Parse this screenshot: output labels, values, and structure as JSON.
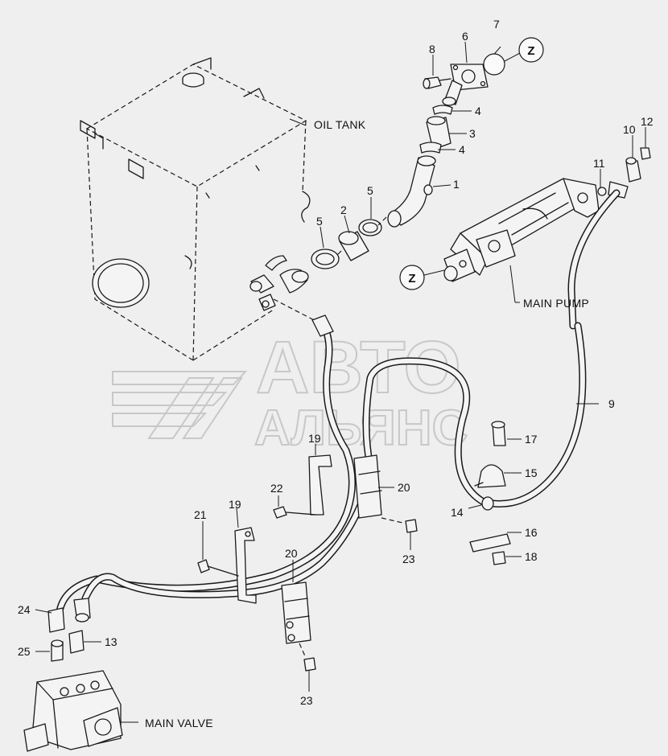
{
  "labels": {
    "oil_tank": "OIL TANK",
    "main_pump": "MAIN PUMP",
    "main_valve": "MAIN VALVE",
    "view_marker": "Z"
  },
  "watermark": {
    "line1": "АВТО",
    "line2": "АЛЬЯНС"
  },
  "callouts": {
    "c1": "1",
    "c2": "2",
    "c3": "3",
    "c4a": "4",
    "c4b": "4",
    "c5a": "5",
    "c5b": "5",
    "c6": "6",
    "c7": "7",
    "c8": "8",
    "c9": "9",
    "c10": "10",
    "c11": "11",
    "c12": "12",
    "c13": "13",
    "c14": "14",
    "c15": "15",
    "c16": "16",
    "c17": "17",
    "c18": "18",
    "c19a": "19",
    "c19b": "19",
    "c20a": "20",
    "c20b": "20",
    "c21": "21",
    "c22": "22",
    "c23a": "23",
    "c23b": "23",
    "c24": "24",
    "c25": "25"
  }
}
